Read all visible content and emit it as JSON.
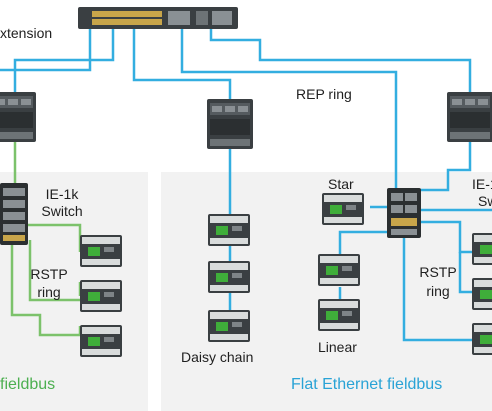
{
  "labels": {
    "extension": "xtension",
    "rep_ring": "REP ring",
    "ie1k_switch_line1": "IE-1k",
    "ie1k_switch_line2": "Switch",
    "rstp_ring_left_line1": "RSTP",
    "rstp_ring_left_line2": "ring",
    "star": "Star",
    "ie_right_line1": "IE-1",
    "ie_right_line2": "Sw",
    "rstp_ring_right_line1": "RSTP",
    "rstp_ring_right_line2": "ring",
    "daisy_chain": "Daisy chain",
    "linear": "Linear",
    "fieldbus_left": "fieldbus",
    "fieldbus_right": "Flat Ethernet fieldbus"
  },
  "colors": {
    "blue_link": "#33aee0",
    "green_link": "#7cc26b",
    "panel_bg": "#f2f2f2",
    "device_dark": "#3a3f42",
    "device_light": "#d9dcdc",
    "io_green": "#3fae3a"
  }
}
